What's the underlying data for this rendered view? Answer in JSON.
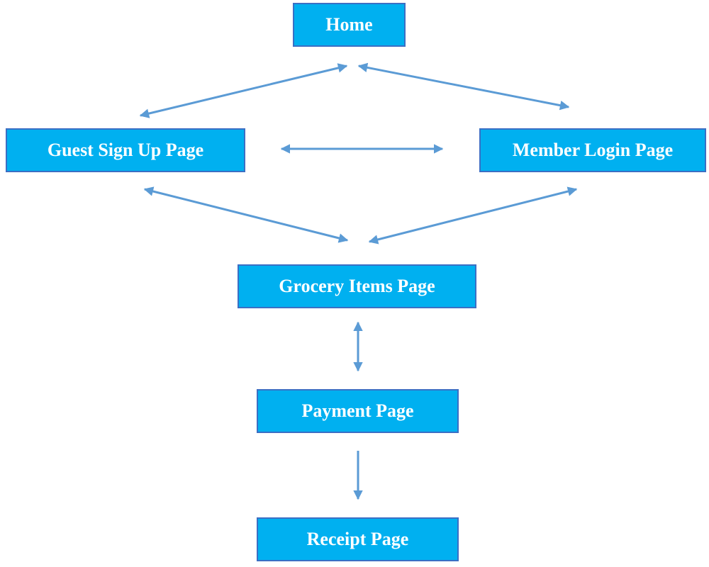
{
  "nodes": {
    "home": "Home",
    "guest_sign_up": "Guest Sign Up Page",
    "member_login": "Member Login Page",
    "grocery_items": "Grocery Items Page",
    "payment": "Payment Page",
    "receipt": "Receipt Page"
  },
  "edges": [
    {
      "from": "Home",
      "to": "Guest Sign Up Page",
      "direction": "both"
    },
    {
      "from": "Home",
      "to": "Member Login Page",
      "direction": "both"
    },
    {
      "from": "Guest Sign Up Page",
      "to": "Member Login Page",
      "direction": "both"
    },
    {
      "from": "Guest Sign Up Page",
      "to": "Grocery Items Page",
      "direction": "both"
    },
    {
      "from": "Member Login Page",
      "to": "Grocery Items Page",
      "direction": "both"
    },
    {
      "from": "Grocery Items Page",
      "to": "Payment Page",
      "direction": "both"
    },
    {
      "from": "Payment Page",
      "to": "Receipt Page",
      "direction": "forward"
    }
  ],
  "colors": {
    "node_fill": "#00b0f0",
    "node_border": "#3b6fc4",
    "node_text": "#ffffff",
    "arrow": "#5b9bd5"
  }
}
